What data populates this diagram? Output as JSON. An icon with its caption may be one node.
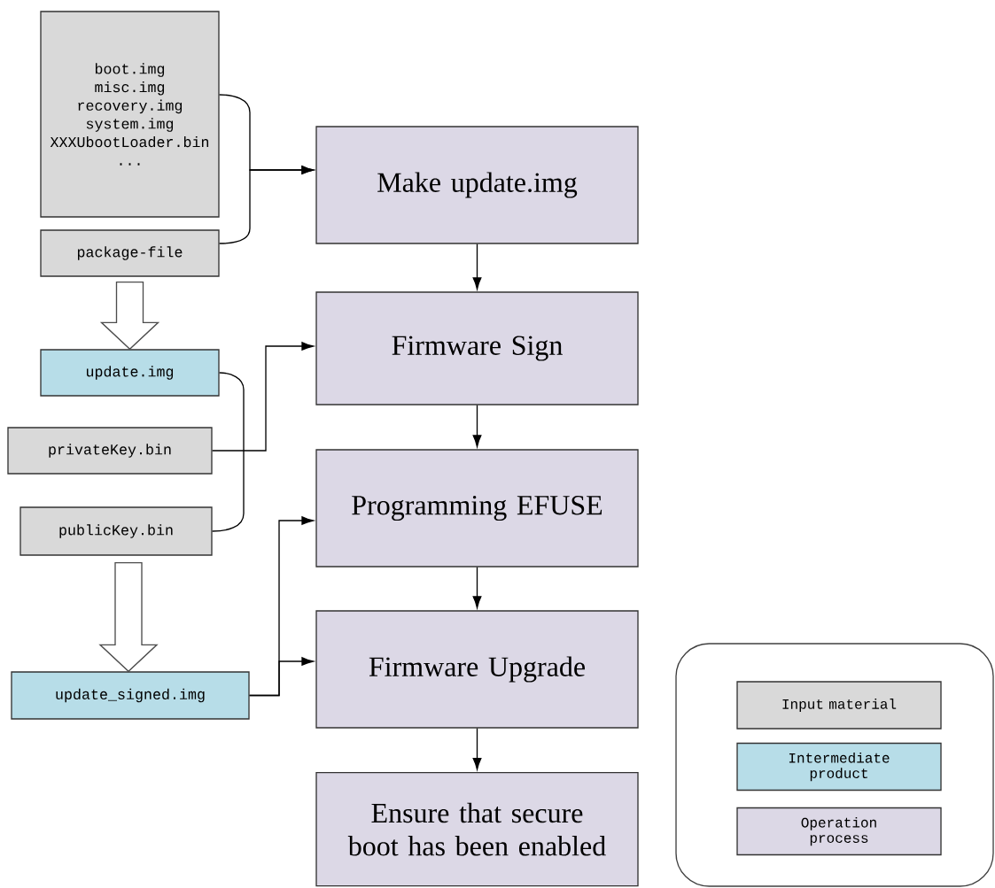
{
  "diagram": {
    "nodes": [
      {
        "text": [
          "boot.img",
          "misc.img",
          "recovery.img",
          "system.img",
          "XXXUbootLoader.bin",
          "..."
        ]
      },
      {
        "text": [
          "package-file"
        ]
      },
      {
        "text": [
          "Make update.img"
        ]
      },
      {
        "text": [
          "update.img"
        ]
      },
      {
        "text": [
          "Firmware Sign"
        ]
      },
      {
        "text": [
          "privateKey.bin"
        ]
      },
      {
        "text": [
          "publicKey.bin"
        ]
      },
      {
        "text": [
          "Programming EFUSE"
        ]
      },
      {
        "text": [
          "update_signed.img"
        ]
      },
      {
        "text": [
          "Firmware Upgrade"
        ]
      },
      {
        "text": [
          "Ensure that secure boot has been enabled"
        ]
      }
    ],
    "edges": [
      {
        "from": 0,
        "to": 2,
        "arrow": "to"
      },
      {
        "from": 1,
        "to": 2,
        "arrow": "to"
      },
      {
        "from": 2,
        "to": 4,
        "arrow": "to"
      },
      {
        "from": 4,
        "to": 7,
        "arrow": "to"
      },
      {
        "from": 7,
        "to": 9,
        "arrow": "to"
      },
      {
        "from": 9,
        "to": 10,
        "arrow": "to"
      },
      {
        "from": 1,
        "to": 3,
        "arrow": "to",
        "style": "thick"
      },
      {
        "from": 5,
        "to": 4,
        "arrow": "to"
      },
      {
        "from": 3,
        "to": 6,
        "arrow": "none"
      },
      {
        "from": 6,
        "to": 8,
        "arrow": "to",
        "style": "thick"
      },
      {
        "from": 8,
        "to": 7,
        "arrow": "to"
      },
      {
        "from": 8,
        "to": 9,
        "arrow": "to"
      }
    ],
    "legend": [
      {
        "text": "Input material",
        "color": "#d9d9d9"
      },
      {
        "text": "Intermediate product",
        "color": "#b7dde8"
      },
      {
        "text": "Operation process",
        "color": "#dcd8e6"
      }
    ]
  }
}
